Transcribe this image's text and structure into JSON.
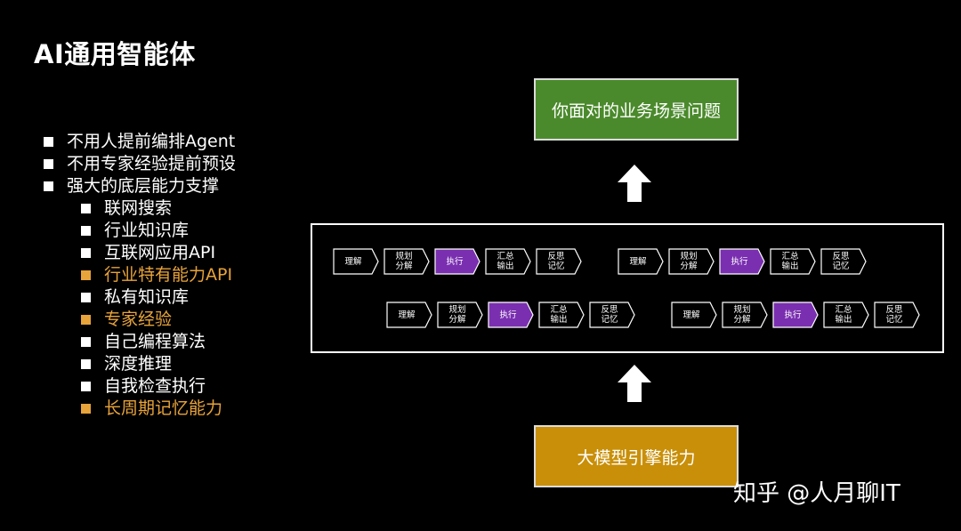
{
  "title": "AI通用智能体",
  "bullets": [
    {
      "text": "不用人提前编排Agent",
      "level": 1,
      "highlight": false
    },
    {
      "text": "不用专家经验提前预设",
      "level": 1,
      "highlight": false
    },
    {
      "text": "强大的底层能力支撑",
      "level": 1,
      "highlight": false
    },
    {
      "text": "联网搜索",
      "level": 2,
      "highlight": false
    },
    {
      "text": "行业知识库",
      "level": 2,
      "highlight": false
    },
    {
      "text": "互联网应用API",
      "level": 2,
      "highlight": false
    },
    {
      "text": "行业特有能力API",
      "level": 2,
      "highlight": true
    },
    {
      "text": "私有知识库",
      "level": 2,
      "highlight": false
    },
    {
      "text": "专家经验",
      "level": 2,
      "highlight": true
    },
    {
      "text": "自己编程算法",
      "level": 2,
      "highlight": false
    },
    {
      "text": "深度推理",
      "level": 2,
      "highlight": false
    },
    {
      "text": "自我检查执行",
      "level": 2,
      "highlight": false
    },
    {
      "text": "长周期记忆能力",
      "level": 2,
      "highlight": true
    }
  ],
  "diagram": {
    "top_box": "你面对的业务场景问题",
    "bottom_box": "大模型引擎能力",
    "process_steps": [
      {
        "label": "理解",
        "active": false
      },
      {
        "label": "规划\n分解",
        "active": false
      },
      {
        "label": "执行",
        "active": true
      },
      {
        "label": "汇总\n输出",
        "active": false
      },
      {
        "label": "反思\n记忆",
        "active": false
      }
    ]
  },
  "watermark": "知乎 @人月聊IT",
  "colors": {
    "background": "#000000",
    "text": "#ffffff",
    "highlight": "#e8a33a",
    "top_box": "#4b8a2c",
    "bottom_box": "#c98f08",
    "chevron_active": "#7a2fb0",
    "chevron_inactive": "#000000"
  }
}
